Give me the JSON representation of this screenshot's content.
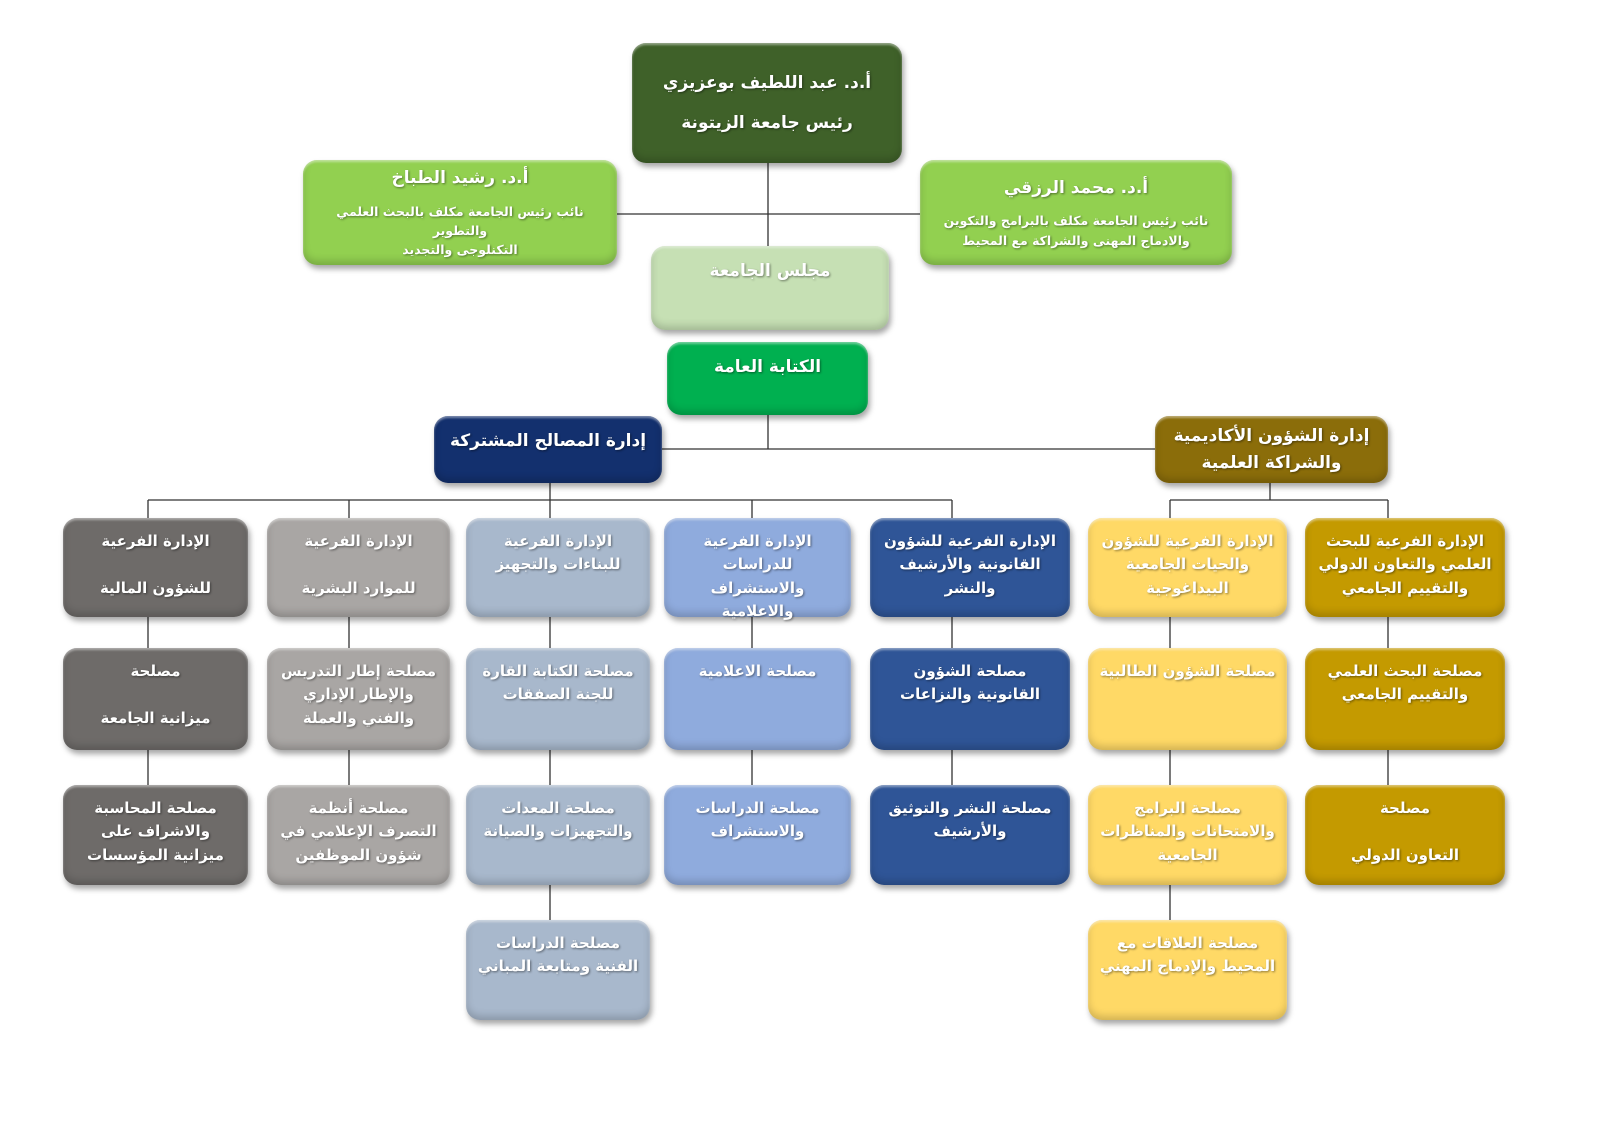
{
  "colors": {
    "president": "#3f6129",
    "vp": "#92d050",
    "council": "#c6e0b4",
    "secretariat": "#00b050",
    "shared": "#13306e",
    "academic": "#8b6d0a",
    "col_finance": "#6e6b69",
    "col_hr": "#a9a6a4",
    "col_buildings": "#a8b8cc",
    "col_studies": "#8fabdd",
    "col_legal": "#2f5597",
    "col_student": "#ffd966",
    "col_research": "#c49a00"
  },
  "nodes": {
    "president": {
      "title": "أ.د. عبد اللطيف بوعزيزي",
      "subtitle": "رئيس جامعة الزيتونة"
    },
    "vp_left": {
      "title": "أ.د. رشيد الطباخ",
      "subtitle": "نائب رئيس الجامعة مكلف بالبحث العلمي والتطوير\nالتكنلوجى والتجديد"
    },
    "vp_right": {
      "title": "أ.د. محمد الرزقي",
      "subtitle": "نائب رئيس الجامعة مكلف بالبرامج والتكوين\nوالادماج المهنى والشراكة مع المحيط"
    },
    "council": {
      "title": "مجلس الجامعة"
    },
    "secretariat": {
      "title": "الكتابة العامة"
    },
    "shared": {
      "title": "إدارة المصالح المشتركة"
    },
    "academic": {
      "title": "إدارة الشؤون الأكاديمية\nوالشراكة العلمية"
    },
    "c1r1": {
      "title": "الإدارة الفرعية\n\nللشؤون المالية"
    },
    "c1r2": {
      "title": "مصلحة\n\nميزانية الجامعة"
    },
    "c1r3": {
      "title": "مصلحة المحاسبة\nوالاشراف على\nميزانية المؤسسات"
    },
    "c2r1": {
      "title": "الإدارة الفرعية\n\nللموارد البشرية"
    },
    "c2r2": {
      "title": "مصلحة إطار التدريس\nوالإطار الإداري\nوالفني والعملة"
    },
    "c2r3": {
      "title": "مصلحة أنظمة\nالتصرف الإعلامي في\nشؤون الموظفين"
    },
    "c3r1": {
      "title": "الإدارة الفرعية\nللبناءات والتجهيز"
    },
    "c3r2": {
      "title": "مصلحة الكتابة القارة\nللجنة الصفقات"
    },
    "c3r3": {
      "title": "مصلحة المعدات\nوالتجهيزات والصيانة"
    },
    "c3r4": {
      "title": "مصلحة الدراسات\nالفنية ومتابعة المباني"
    },
    "c4r1": {
      "title": "الإدارة الفرعية\nللدراسات والاستشراف\nوالاعلامية"
    },
    "c4r2": {
      "title": "مصلحة الاعلامية"
    },
    "c4r3": {
      "title": "مصلحة الدراسات\nوالاستشراف"
    },
    "c5r1": {
      "title": "الإدارة الفرعية للشؤون\nالقانونية والأرشيف\nوالنشر"
    },
    "c5r2": {
      "title": "مصلحة الشؤون\nالقانونية والنزاعات"
    },
    "c5r3": {
      "title": "مصلحة النشر والتوثيق\nوالأرشيف"
    },
    "c6r1": {
      "title": "الإدارة الفرعية للشؤون\nوالحيات الجامعية\nالبيداغوجية"
    },
    "c6r2": {
      "title": "مصلحة الشؤون الطالبية"
    },
    "c6r3": {
      "title": "مصلحة البرامج\nوالامتحانات والمناظرات\nالجامعية"
    },
    "c6r4": {
      "title": "مصلحة العلاقات مع\nالمحيط والإدماج المهني"
    },
    "c7r1": {
      "title": "الإدارة الفرعية للبحث\nالعلمي والتعاون الدولي\nوالتقييم الجامعي"
    },
    "c7r2": {
      "title": "مصلحة البحث العلمي\nوالتقييم الجامعي"
    },
    "c7r3": {
      "title": "مصلحة\n\nالتعاون الدولي"
    }
  }
}
